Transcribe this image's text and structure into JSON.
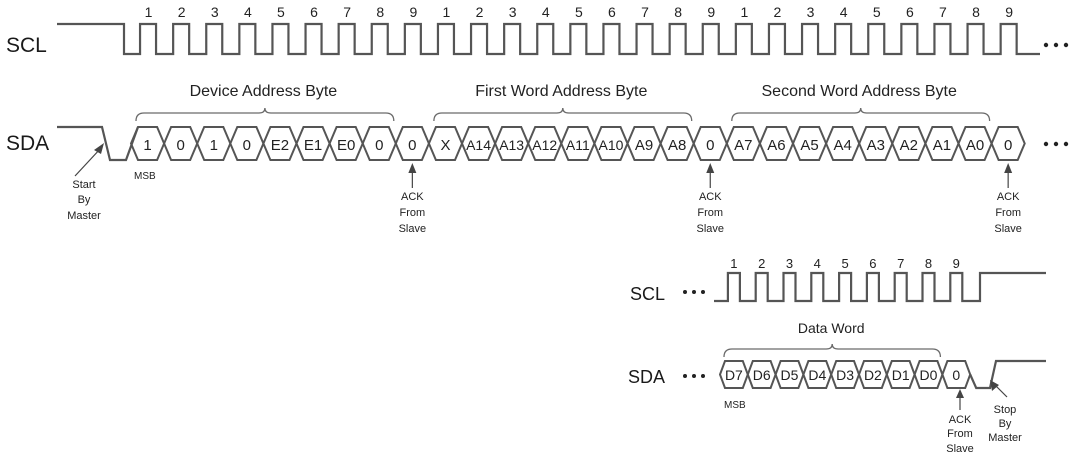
{
  "title": "I2C EEPROM Byte Write Timing",
  "top": {
    "scl_label": "SCL",
    "sda_label": "SDA",
    "clock_numbers": [
      "1",
      "2",
      "3",
      "4",
      "5",
      "6",
      "7",
      "8",
      "9",
      "1",
      "2",
      "3",
      "4",
      "5",
      "6",
      "7",
      "8",
      "9",
      "1",
      "2",
      "3",
      "4",
      "5",
      "6",
      "7",
      "8",
      "9"
    ],
    "groups": [
      {
        "label": "Device Address Byte",
        "bits": [
          "1",
          "0",
          "1",
          "0",
          "E2",
          "E1",
          "E0",
          "0"
        ]
      },
      {
        "label": "First Word Address Byte",
        "bits": [
          "X",
          "A14",
          "A13",
          "A12",
          "A11",
          "A10",
          "A9",
          "A8"
        ]
      },
      {
        "label": "Second Word Address Byte",
        "bits": [
          "A7",
          "A6",
          "A5",
          "A4",
          "A3",
          "A2",
          "A1",
          "A0"
        ]
      }
    ],
    "ack_bit": "0",
    "msb_label": "MSB",
    "start_note": [
      "Start",
      "By",
      "Master"
    ],
    "ack_note": [
      "ACK",
      "From",
      "Slave"
    ],
    "continuation": "•••"
  },
  "bottom": {
    "scl_label": "SCL",
    "sda_label": "SDA",
    "clock_numbers": [
      "1",
      "2",
      "3",
      "4",
      "5",
      "6",
      "7",
      "8",
      "9"
    ],
    "group": {
      "label": "Data Word",
      "bits": [
        "D7",
        "D6",
        "D5",
        "D4",
        "D3",
        "D2",
        "D1",
        "D0"
      ]
    },
    "ack_bit": "0",
    "msb_label": "MSB",
    "ack_note": [
      "ACK",
      "From",
      "Slave"
    ],
    "stop_note": [
      "Stop",
      "By",
      "Master"
    ],
    "continuation": "•••"
  }
}
